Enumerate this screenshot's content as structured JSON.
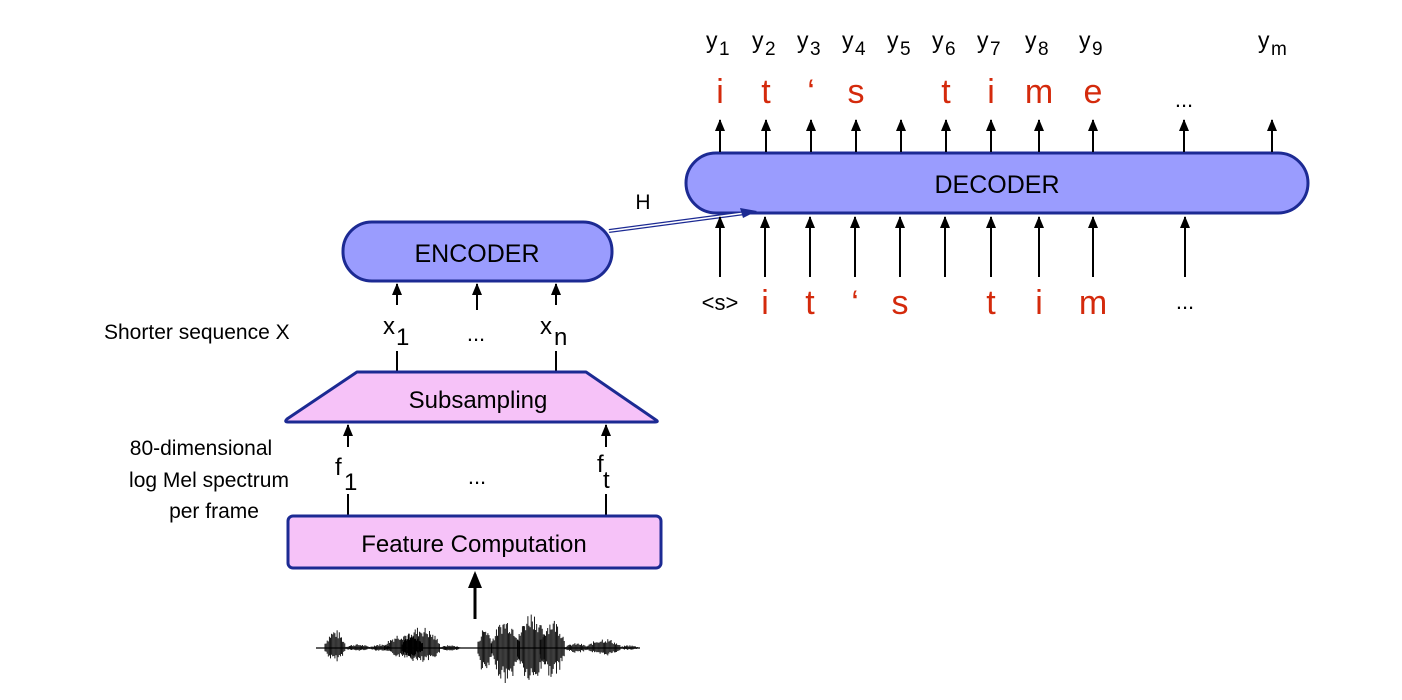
{
  "colors": {
    "encoder_fill": "#9a9cfe",
    "block_stroke": "#1c2a93",
    "pink_fill": "#f6c2f8",
    "token_red": "#d42a0c",
    "arrow": "#000000"
  },
  "decoder": {
    "label": "DECODER",
    "outputs": [
      {
        "y": "y",
        "sub": "1",
        "token": "i"
      },
      {
        "y": "y",
        "sub": "2",
        "token": "t"
      },
      {
        "y": "y",
        "sub": "3",
        "token": "‘"
      },
      {
        "y": "y",
        "sub": "4",
        "token": "s"
      },
      {
        "y": "y",
        "sub": "5",
        "token": ""
      },
      {
        "y": "y",
        "sub": "6",
        "token": "t"
      },
      {
        "y": "y",
        "sub": "7",
        "token": "i"
      },
      {
        "y": "y",
        "sub": "8",
        "token": "m"
      },
      {
        "y": "y",
        "sub": "9",
        "token": "e"
      },
      {
        "y": "",
        "sub": "",
        "token": "..."
      },
      {
        "y": "y",
        "sub": "m",
        "token": ""
      }
    ],
    "inputs": [
      "<s>",
      "i",
      "t",
      "‘",
      "s",
      "",
      "t",
      "i",
      "m",
      "..."
    ]
  },
  "encoder": {
    "label": "ENCODER",
    "context_label": "H",
    "inputs": [
      {
        "sym": "x",
        "sub": "1"
      },
      {
        "sym": "...",
        "sub": ""
      },
      {
        "sym": "x",
        "sub": "n"
      }
    ],
    "sequence_caption": "Shorter sequence X"
  },
  "subsampling": {
    "label": "Subsampling",
    "inputs": [
      {
        "sym": "f",
        "sub": "1"
      },
      {
        "sym": "...",
        "sub": ""
      },
      {
        "sym": "f",
        "sub": "t"
      }
    ],
    "caption_lines": [
      "80-dimensional",
      "log Mel spectrum",
      "per frame"
    ]
  },
  "feature": {
    "label": "Feature Computation"
  },
  "waveform": {
    "name": "speech waveform"
  }
}
